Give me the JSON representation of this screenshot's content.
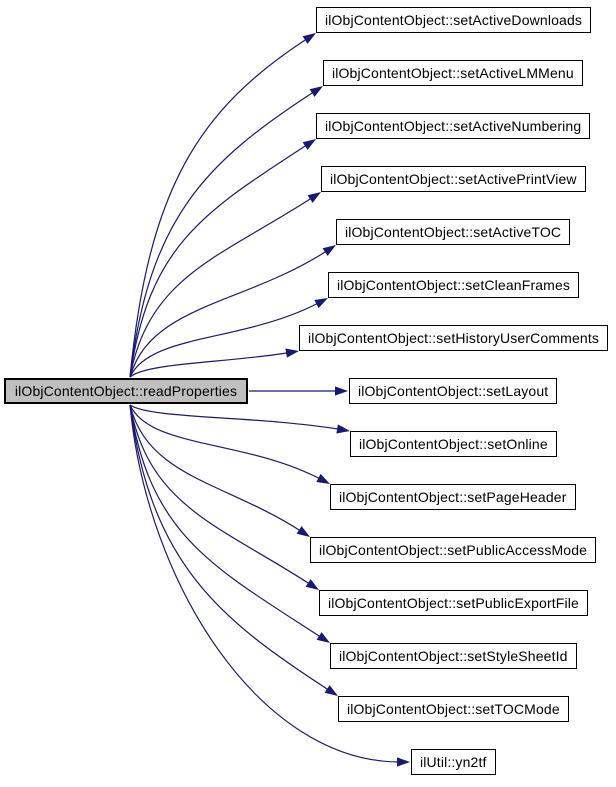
{
  "diagram": {
    "type": "doxygen-call-graph",
    "background": "#ffffff",
    "colors": {
      "edge": "#191970",
      "target_fill": "#ffffff",
      "target_border": "#000000",
      "source_fill": "#bfbfbf",
      "source_border": "#000000",
      "text": "#000000"
    },
    "source": {
      "label": "ilObjContentObject::readProperties"
    },
    "targets": [
      {
        "label": "ilObjContentObject::setActiveDownloads"
      },
      {
        "label": "ilObjContentObject::setActiveLMMenu"
      },
      {
        "label": "ilObjContentObject::setActiveNumbering"
      },
      {
        "label": "ilObjContentObject::setActivePrintView"
      },
      {
        "label": "ilObjContentObject::setActiveTOC"
      },
      {
        "label": "ilObjContentObject::setCleanFrames"
      },
      {
        "label": "ilObjContentObject::setHistoryUserComments"
      },
      {
        "label": "ilObjContentObject::setLayout"
      },
      {
        "label": "ilObjContentObject::setOnline"
      },
      {
        "label": "ilObjContentObject::setPageHeader"
      },
      {
        "label": "ilObjContentObject::setPublicAccessMode"
      },
      {
        "label": "ilObjContentObject::setPublicExportFile"
      },
      {
        "label": "ilObjContentObject::setStyleSheetId"
      },
      {
        "label": "ilObjContentObject::setTOCMode"
      },
      {
        "label": "ilUtil::yn2tf"
      }
    ]
  }
}
